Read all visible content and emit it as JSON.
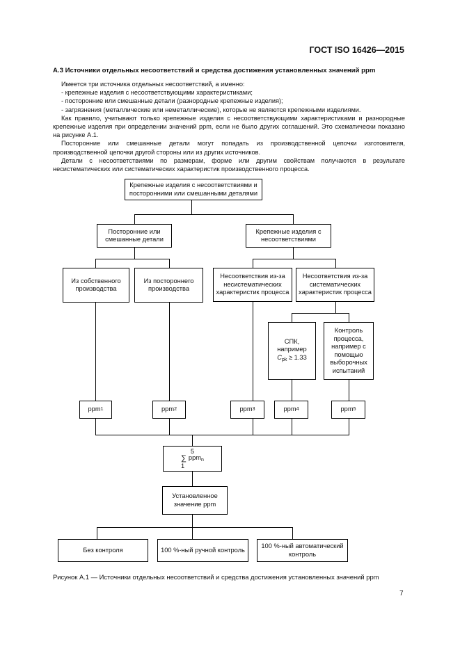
{
  "header": {
    "doc_code": "ГОСТ ISO 16426—2015"
  },
  "section": {
    "title": "А.3  Источники отдельных несоответствий и средства достижения установленных значений ppm"
  },
  "paragraphs": {
    "p1": "Имеется три источника отдельных несоответствий, а именно:",
    "p2": "- крепежные изделия с несоответствующими характеристиками;",
    "p3": "- посторонние или смешанные детали (разнородные крепежные изделия);",
    "p4": "- загрязнения (металлические или неметаллические), которые не являются крепежными изделиями.",
    "p5": "Как правило, учитывают только крепежные изделия с несоответствующими характеристиками и разнородные крепежные изделия при определении значений ppm, если не было других соглашений. Это схематически показано на рисунке А.1.",
    "p6": "Посторонние или смешанные детали могут попадать из производственной цепочки изготовителя, производственной цепочки другой стороны или из других источников.",
    "p7": "Детали с несоответствиями по размерам, форме или другим свойствам получаются в результате несистематических или систематических характеристик производственного процесса."
  },
  "diagram": {
    "top": "Крепежные изделия с несоответствиями и посторонними или смешанными деталями",
    "foreign": "Посторонние или смешанные детали",
    "nonconf": "Крепежные изделия с несоответствиями",
    "own": "Из собственного производства",
    "other": "Из постороннего производства",
    "nonsys": "Несоответствия из-за несистематических характеристик процесса",
    "sys": "Несоответствия из-за систематических характеристик процесса",
    "spc_1": "СПК,",
    "spc_2": "например",
    "spc_c": "C",
    "spc_sub": "pk",
    "spc_cond": " ≥ 1.33",
    "control": "Контроль процесса, например с помощью выборочных испытаний",
    "ppm": "ppm",
    "ppm_subs": [
      "1",
      "2",
      "3",
      "4",
      "5"
    ],
    "sum_top": "5",
    "sum_sigma": "∑",
    "sum_ppm": "ppm",
    "sum_sub": "n",
    "sum_bottom": "1",
    "target": "Установленное значение ppm",
    "no_control": "Без контроля",
    "manual": "100 %-ный ручной контроль",
    "auto": "100 %-ный автоматический контроль"
  },
  "caption": "Рисунок А.1 — Источники отдельных несоответствий и средства достижения установленных значений ppm",
  "page_number": "7"
}
